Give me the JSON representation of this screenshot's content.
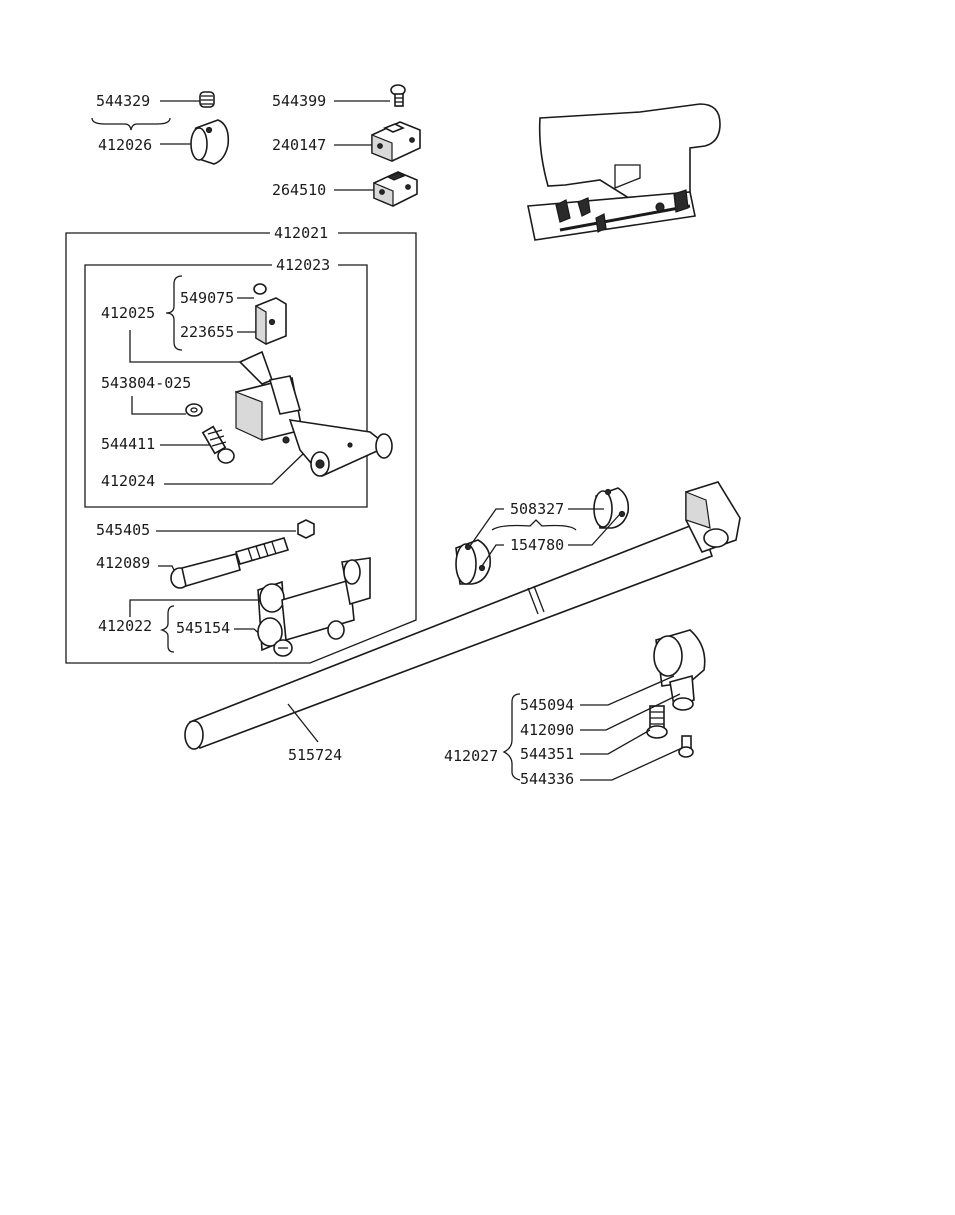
{
  "labels": {
    "p544329": "544329",
    "p412026": "412026",
    "p544399": "544399",
    "p240147": "240147",
    "p264510": "264510",
    "p412021": "412021",
    "p412023": "412023",
    "p412025": "412025",
    "p549075": "549075",
    "p223655": "223655",
    "p543804": "543804-025",
    "p544411": "544411",
    "p412024": "412024",
    "p545405": "545405",
    "p412089": "412089",
    "p412022": "412022",
    "p545154": "545154",
    "p508327": "508327",
    "p154780": "154780",
    "p515724": "515724",
    "p545094": "545094",
    "p412090": "412090",
    "p544351": "544351",
    "p412027": "412027",
    "p544336": "544336"
  },
  "colors": {
    "ink": "#1a1a1a",
    "paper": "#ffffff"
  }
}
